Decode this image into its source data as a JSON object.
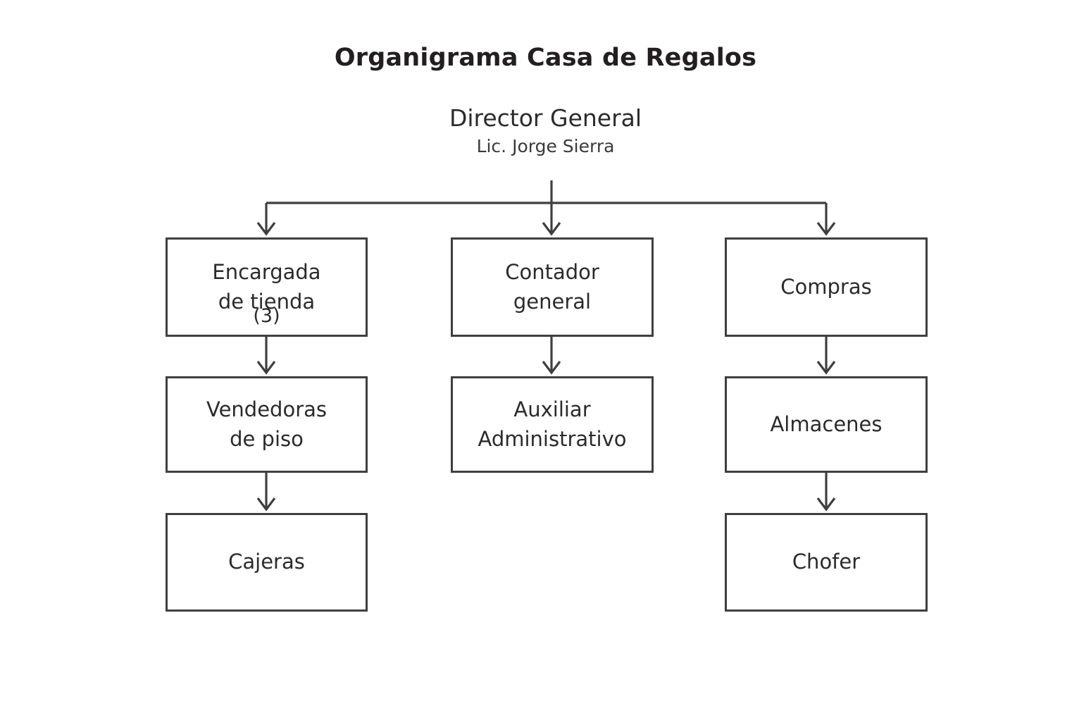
{
  "document": {
    "title": "Organigrama Casa de Regalos",
    "background_color": "#ffffff",
    "line_color": "#3f3f3f",
    "text_color": "#2b2b2b"
  },
  "root": {
    "title": "Director General",
    "subtitle": "Lic. Jorge Sierra"
  },
  "columns": [
    {
      "id": "tienda",
      "nodes": [
        {
          "label": "Encargada\nde tienda",
          "count": "(3)"
        },
        {
          "label": "Vendedoras\nde piso",
          "count": ""
        },
        {
          "label": "Cajeras",
          "count": ""
        }
      ]
    },
    {
      "id": "contabilidad",
      "nodes": [
        {
          "label": "Contador\ngeneral",
          "count": ""
        },
        {
          "label": "Auxiliar\nAdministrativo",
          "count": ""
        }
      ]
    },
    {
      "id": "compras",
      "nodes": [
        {
          "label": "Compras",
          "count": ""
        },
        {
          "label": "Almacenes",
          "count": ""
        },
        {
          "label": "Chofer",
          "count": ""
        }
      ]
    }
  ]
}
